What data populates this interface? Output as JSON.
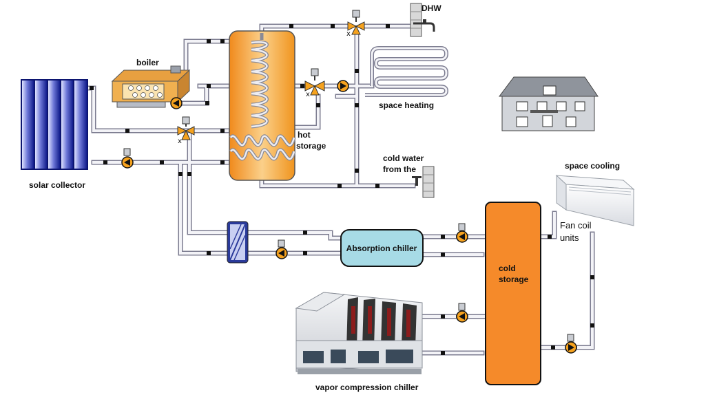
{
  "labels": {
    "dhw": "DHW",
    "boiler": "boiler",
    "space_heating": "space heating",
    "hot_storage_line1": "hot",
    "hot_storage_line2": "storage",
    "cold_water_line1": "cold water",
    "cold_water_line2": "from the",
    "solar_collector": "solar collector",
    "space_cooling": "space cooling",
    "fan_coil_line1": "Fan coil",
    "fan_coil_line2": "units",
    "absorption_chiller": "Absorption chiller",
    "cold_storage_line1": "cold",
    "cold_storage_line2": "storage",
    "vapor_compression_chiller": "vapor compression chiller"
  },
  "colors": {
    "hot_storage": "#f5a83a",
    "cold_storage": "#f58a2a",
    "absorption_chiller": "#a7dbe6",
    "solar_panel": "#1c2aa0",
    "pump": "#f6a21e",
    "pipe": "#7c7c90"
  },
  "icons": [
    "house-icon",
    "boiler-icon",
    "radiator-coil-icon",
    "fan-coil-unit-icon",
    "heat-exchanger-icon",
    "tap-icon",
    "pump-icon",
    "three-way-valve-icon",
    "vapor-compression-chiller-image"
  ]
}
